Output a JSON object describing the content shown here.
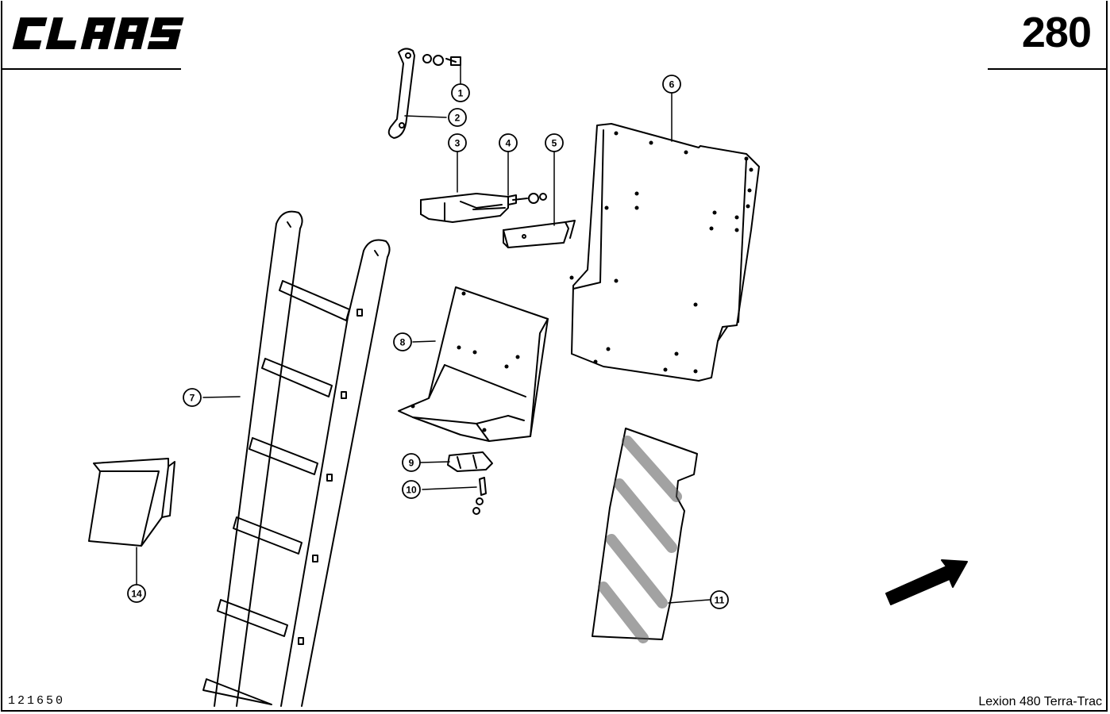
{
  "header": {
    "brand": "CLAAS",
    "page_number": "280"
  },
  "footer": {
    "document_id": "121650",
    "model": "Lexion 480 Terra-Trac"
  },
  "callouts": [
    "1",
    "2",
    "3",
    "4",
    "5",
    "6",
    "7",
    "8",
    "9",
    "10",
    "11",
    "14"
  ],
  "icons": {
    "brand": "claas-logo",
    "direction": "travel-direction-arrow-icon"
  }
}
